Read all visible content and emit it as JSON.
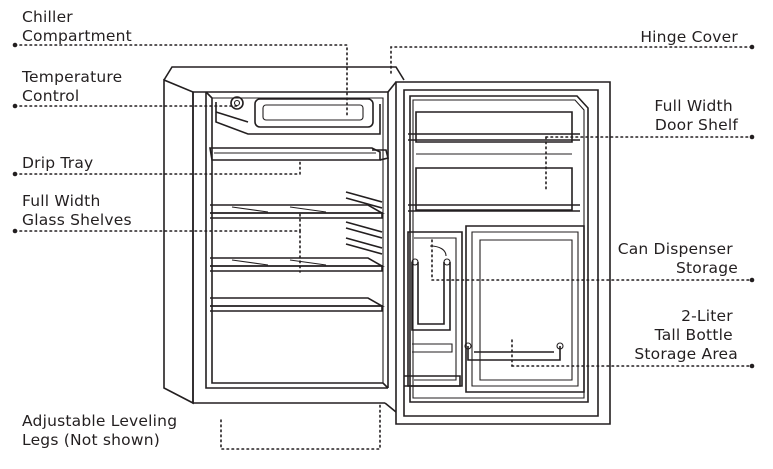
{
  "labels": {
    "chiller_compartment": [
      "Chiller",
      "Compartment"
    ],
    "temperature_control": [
      "Temperature",
      "Control"
    ],
    "drip_tray": [
      "Drip Tray"
    ],
    "glass_shelves": [
      "Full Width",
      "Glass Shelves"
    ],
    "leveling_legs": [
      "Adjustable Leveling",
      "Legs (Not shown)"
    ],
    "hinge_cover": [
      "Hinge Cover"
    ],
    "door_shelf": [
      "Full Width",
      "Door Shelf"
    ],
    "can_dispenser": [
      "Can Dispenser",
      "Storage"
    ],
    "bottle_storage": [
      "2-Liter",
      "Tall Bottle",
      "Storage Area"
    ]
  }
}
